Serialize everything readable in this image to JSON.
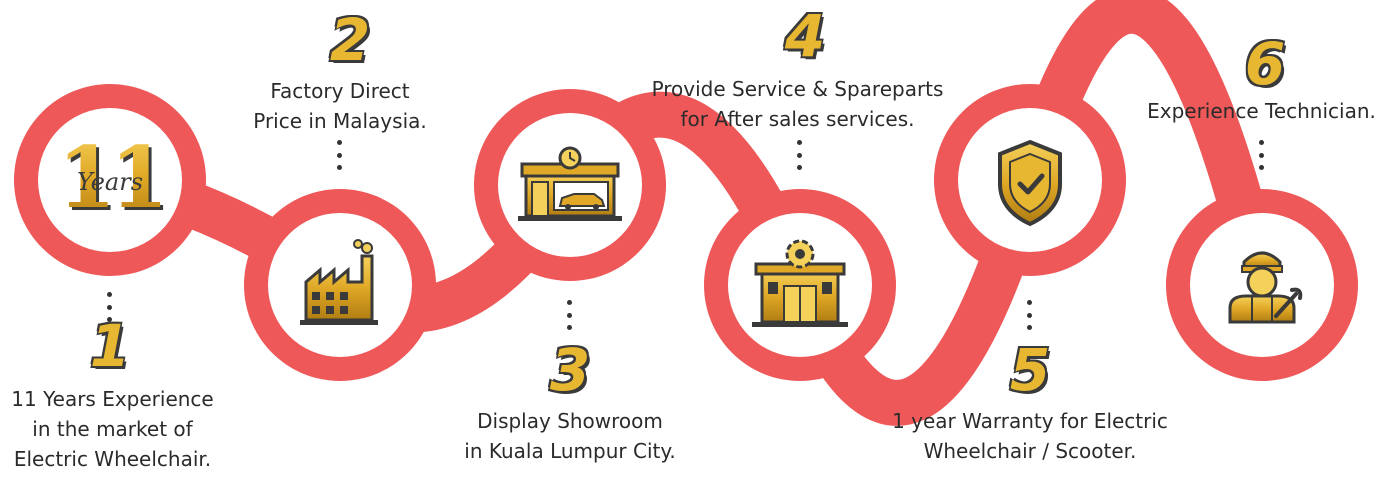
{
  "colors": {
    "ring": "#ee5858",
    "gold": "#e7b732",
    "gold_dark": "#b07d12",
    "icon_dark": "#3a3a3a",
    "text": "#2b2b2b"
  },
  "steps": [
    {
      "number": "1",
      "icon": "eleven-years-badge-icon",
      "badge_text": "Years",
      "lines": [
        "11 Years Experience",
        "in the market of",
        "Electric Wheelchair."
      ]
    },
    {
      "number": "2",
      "icon": "factory-icon",
      "lines": [
        "Factory Direct",
        "Price in Malaysia."
      ]
    },
    {
      "number": "3",
      "icon": "showroom-icon",
      "lines": [
        "Display Showroom",
        "in Kuala Lumpur City."
      ]
    },
    {
      "number": "4",
      "icon": "service-workshop-icon",
      "lines": [
        "Provide Service & Spareparts",
        "for After sales services."
      ]
    },
    {
      "number": "5",
      "icon": "shield-check-icon",
      "lines": [
        "1 year Warranty for Electric",
        "Wheelchair / Scooter."
      ]
    },
    {
      "number": "6",
      "icon": "technician-icon",
      "lines": [
        "Experience Technician."
      ]
    }
  ]
}
